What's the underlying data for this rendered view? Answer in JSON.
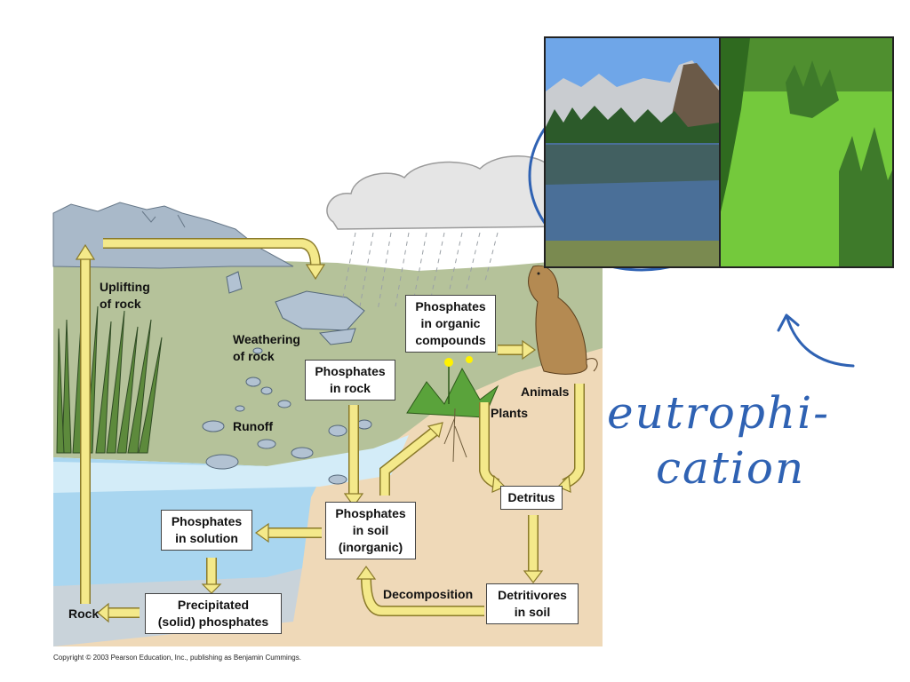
{
  "diagram": {
    "labels": {
      "uplifting": "Uplifting\nof rock",
      "weathering": "Weathering\nof rock",
      "runoff": "Runoff",
      "plants": "Plants",
      "animals": "Animals",
      "decomposition": "Decomposition",
      "rock": "Rock"
    },
    "boxes": {
      "phosphates_in_rock": "Phosphates\nin rock",
      "phosphates_organic": "Phosphates\nin organic\ncompounds",
      "phosphates_soil": "Phosphates\nin soil\n(inorganic)",
      "phosphates_solution": "Phosphates\nin solution",
      "precipitated": "Precipitated\n(solid) phosphates",
      "detritus": "Detritus",
      "detritivores": "Detritivores\nin soil"
    },
    "copyright": "Copyright © 2003 Pearson Education, Inc., publishing as Benjamin Cummings."
  },
  "annotation": {
    "line1": "eutrophi-",
    "line2": "cation",
    "color": "#2f62b3"
  },
  "colors": {
    "arrow": "#f4e98a",
    "arrow_stroke": "#8a7a2a",
    "land": "#b5c29a",
    "soil": "#efd9b8",
    "water": "#a9d6f0",
    "mountain": "#a9b9c9"
  }
}
